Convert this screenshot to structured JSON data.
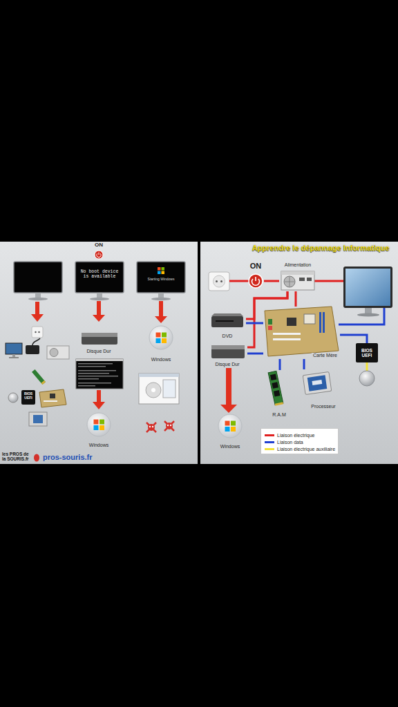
{
  "diagram": {
    "title": "Apprendre le dépannage Informatique",
    "nodes": [
      {
        "text": [
          "No boot device is available"
        ]
      },
      {
        "text": [
          "Starting Windows"
        ]
      },
      {
        "text": [
          "Disque Dur"
        ]
      },
      {
        "text": [
          "Windows"
        ]
      },
      {
        "text": [
          "Windows"
        ]
      },
      {
        "text": [
          "ON"
        ]
      },
      {
        "text": [
          "Alimentation"
        ]
      },
      {
        "text": [
          "DVD"
        ]
      },
      {
        "text": [
          "Carte Mère"
        ]
      },
      {
        "text": [
          "BIOS UEFI"
        ]
      },
      {
        "text": [
          "Disque Dur"
        ]
      },
      {
        "text": [
          "R.A.M"
        ]
      },
      {
        "text": [
          "Processeur"
        ]
      },
      {
        "text": [
          "Windows"
        ]
      }
    ],
    "edges": [
      {
        "from": 0,
        "to": 2,
        "arrow": "to"
      },
      {
        "from": 1,
        "to": 3,
        "arrow": "to"
      },
      {
        "from": 5,
        "to": 6,
        "arrow": "none"
      },
      {
        "from": 6,
        "to": 8,
        "arrow": "none"
      },
      {
        "from": 6,
        "to": 7,
        "arrow": "none"
      },
      {
        "from": 6,
        "to": 10,
        "arrow": "none"
      },
      {
        "from": 8,
        "to": 7,
        "arrow": "none"
      },
      {
        "from": 8,
        "to": 10,
        "arrow": "none"
      },
      {
        "from": 8,
        "to": 11,
        "arrow": "none"
      },
      {
        "from": 8,
        "to": 12,
        "arrow": "none"
      },
      {
        "from": 8,
        "to": 9,
        "arrow": "none"
      },
      {
        "from": 10,
        "to": 13,
        "arrow": "to"
      }
    ],
    "labels": [
      "ON",
      "BIOS UEFI",
      "les PROS de la SOURIS.fr",
      "pros-souris.fr"
    ],
    "legend": [
      {
        "text": "Liaison électrique",
        "color": "#e02020"
      },
      {
        "text": "Liaison data",
        "color": "#2040d0"
      },
      {
        "text": "Liaison électrique auxiliaire",
        "color": "#f2e23a"
      }
    ]
  }
}
